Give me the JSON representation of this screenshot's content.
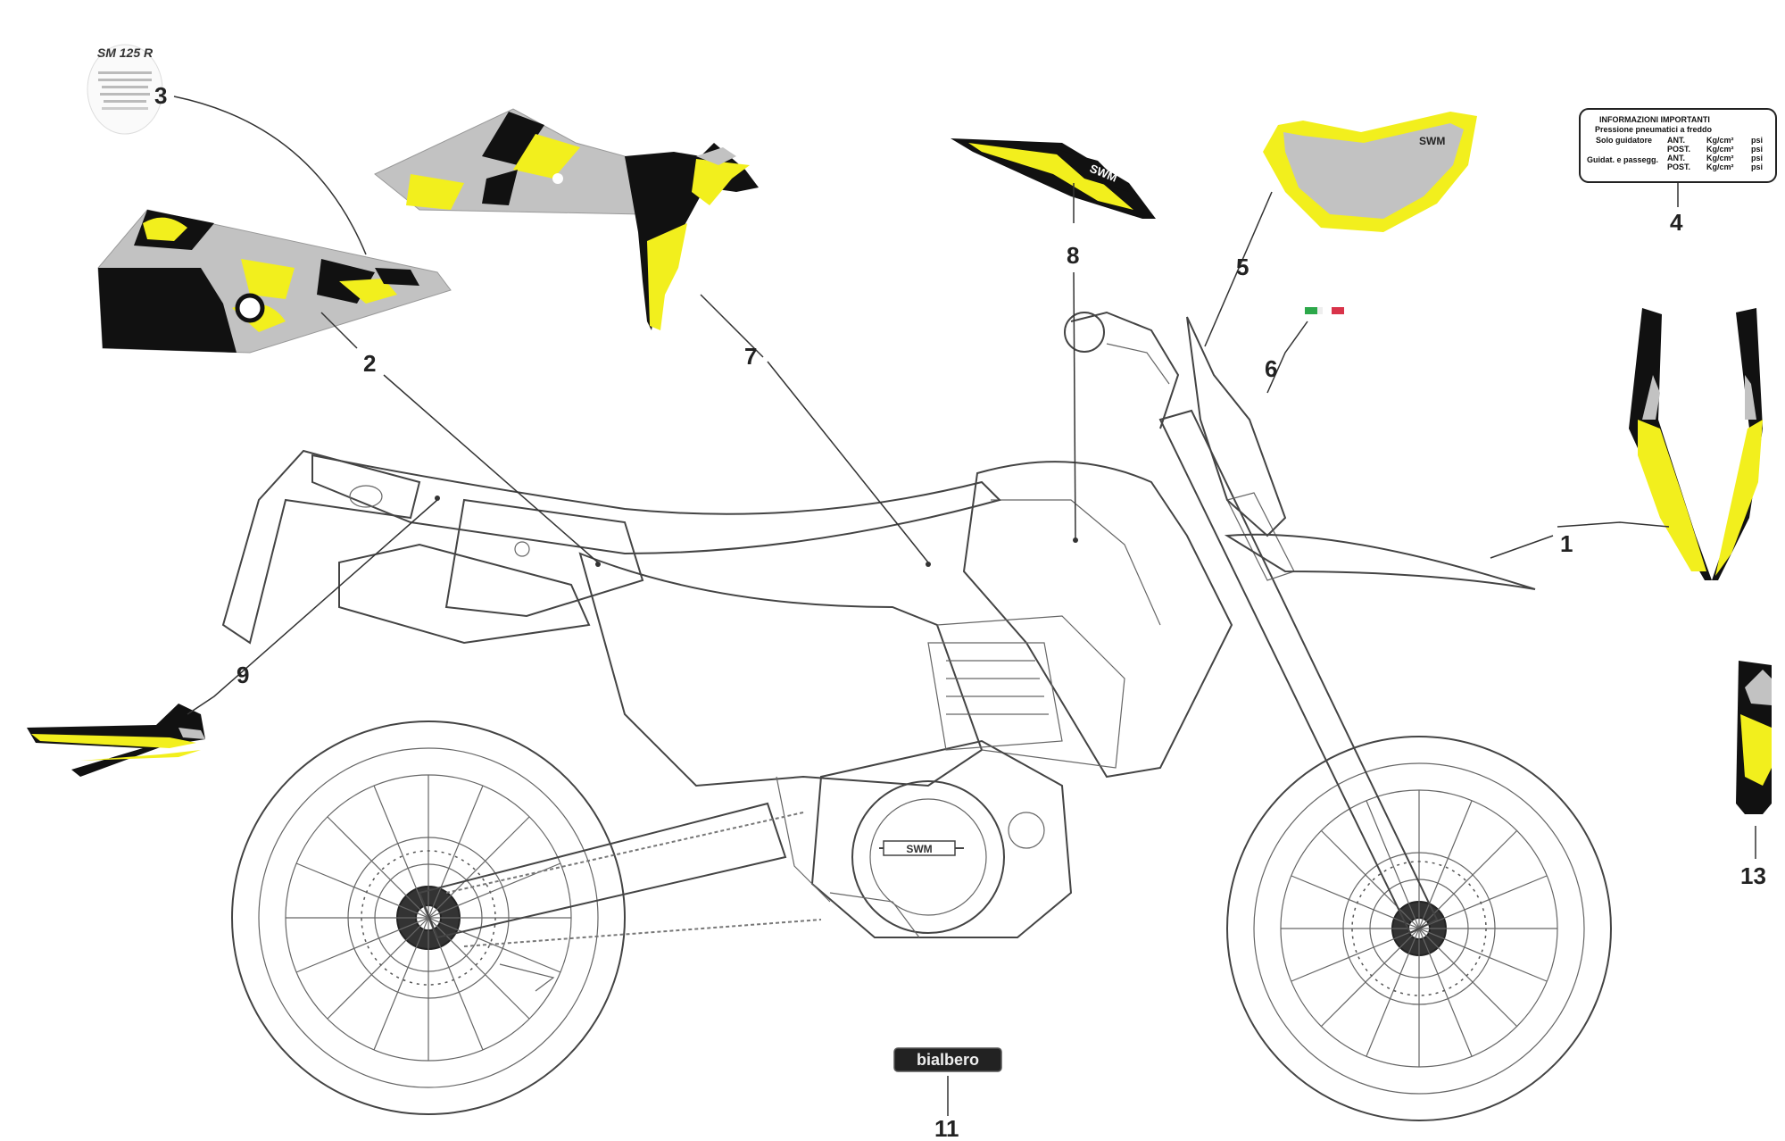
{
  "colors": {
    "yellow": "#f2ef1d",
    "grey": "#c2c2c2",
    "black": "#111111",
    "line": "#444444"
  },
  "callouts": {
    "c1": "1",
    "c2": "2",
    "c3": "3",
    "c4": "4",
    "c5": "5",
    "c6": "6",
    "c7": "7",
    "c8": "8",
    "c9": "9",
    "c11": "11",
    "c13": "13"
  },
  "tire_label": {
    "title": "INFORMAZIONI IMPORTANTI",
    "subtitle": "Pressione pneumatici a freddo",
    "rows": [
      {
        "label": "Solo guidatore",
        "pos": "ANT.",
        "unit": "Kg/cm²",
        "unit2": "psi"
      },
      {
        "label": "",
        "pos": "POST.",
        "unit": "Kg/cm²",
        "unit2": "psi"
      },
      {
        "label": "Guidat. e passegg.",
        "pos": "ANT.",
        "unit": "Kg/cm²",
        "unit2": "psi"
      },
      {
        "label": "",
        "pos": "POST.",
        "unit": "Kg/cm²",
        "unit2": "psi"
      }
    ]
  },
  "badge_11": {
    "text": "bialbero"
  },
  "brand_marks": {
    "fairing_logo": "SWM",
    "shroud_logo": "SWM",
    "engine_logo": "SWM",
    "sticker_3_logo": "SM 125 R"
  }
}
